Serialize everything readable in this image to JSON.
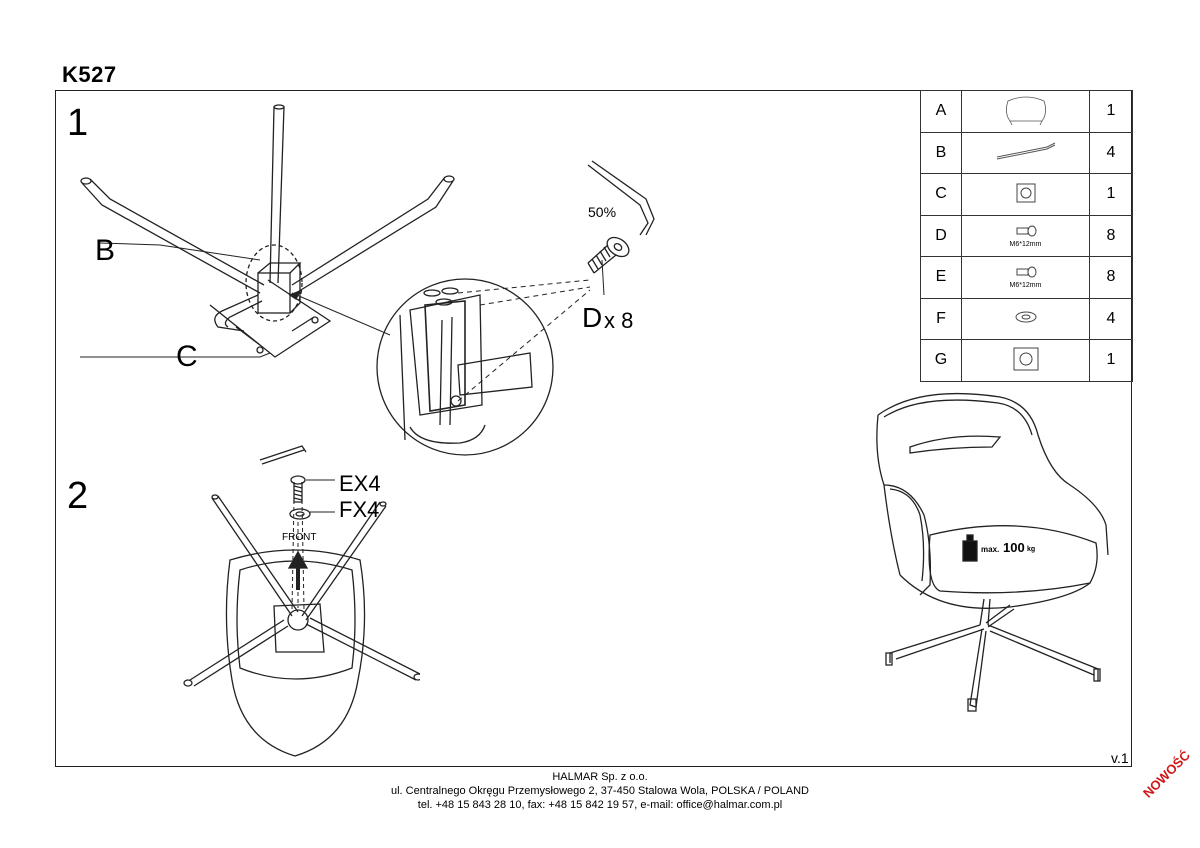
{
  "header": {
    "model": "K527"
  },
  "steps": {
    "step1": "1",
    "step2": "2"
  },
  "callouts": {
    "b": "B",
    "c": "C",
    "d": "D",
    "d_qty": "x 8",
    "percent": "50%",
    "ex4": "EX4",
    "fx4": "FX4",
    "front": "FRONT",
    "max_label": "max.",
    "max_value": "100",
    "max_unit": "kg"
  },
  "parts": [
    {
      "letter": "A",
      "icon": "chair-seat-icon",
      "size": "",
      "qty": "1"
    },
    {
      "letter": "B",
      "icon": "leg-bar-icon",
      "size": "",
      "qty": "4"
    },
    {
      "letter": "C",
      "icon": "swivel-plate-icon",
      "size": "",
      "qty": "1"
    },
    {
      "letter": "D",
      "icon": "bolt-icon",
      "size": "M6*12mm",
      "qty": "8"
    },
    {
      "letter": "E",
      "icon": "bolt-icon",
      "size": "M6*12mm",
      "qty": "8"
    },
    {
      "letter": "F",
      "icon": "washer-icon",
      "size": "",
      "qty": "4"
    },
    {
      "letter": "G",
      "icon": "mechanism-plate-icon",
      "size": "",
      "qty": "1"
    }
  ],
  "version": "v.1",
  "footer": {
    "company": "HALMAR Sp. z o.o.",
    "address": "ul. Centralnego Okręgu Przemysłowego 2, 37-450 Stalowa Wola, POLSKA / POLAND",
    "contact": "tel. +48 15 843 28 10, fax: +48 15 842 19 57, e-mail: office@halmar.com.pl"
  },
  "stamp": "NOWOŚĆ",
  "colors": {
    "line": "#222222",
    "stamp": "#d01818"
  }
}
